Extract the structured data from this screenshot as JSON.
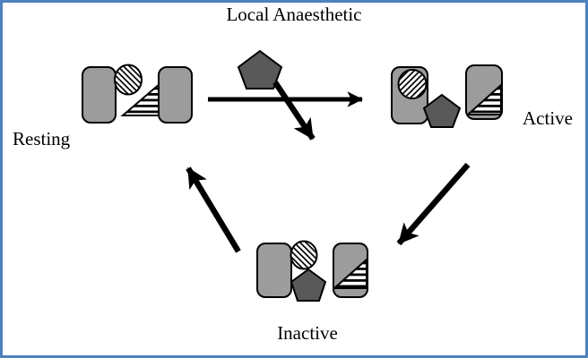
{
  "labels": {
    "title": "Local Anaesthetic",
    "resting": "Resting",
    "active": "Active",
    "inactive": "Inactive"
  },
  "colors": {
    "frame": "#4f81bd",
    "background": "#ffffff",
    "subunit": "#9c9c9c",
    "anaesthetic": "#595959",
    "outline": "#000000"
  },
  "icons": {
    "channel-subunit": "gray rounded rectangle",
    "inactivation-ball": "diagonally hatched circle",
    "gate-triangle": "horizontally striped triangle",
    "anaesthetic-pentagon": "dark gray pentagon"
  },
  "transitions": [
    "resting-to-active",
    "anaesthetic-entry",
    "active-to-inactive",
    "inactive-to-resting"
  ]
}
